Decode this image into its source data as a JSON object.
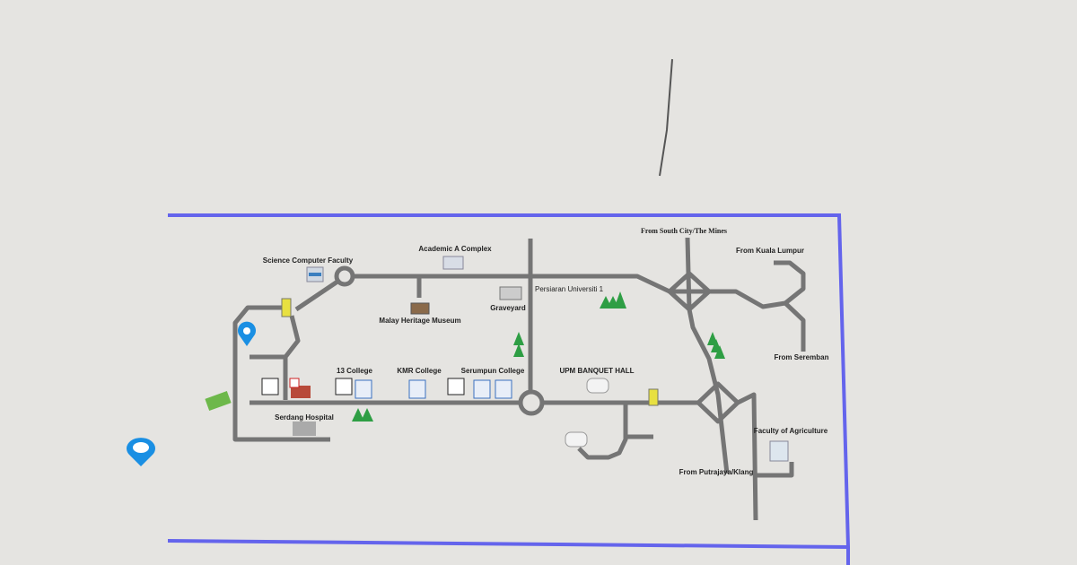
{
  "map": {
    "colors": {
      "background": "#e5e4e1",
      "road": "#757575",
      "border": "#6464ec",
      "pin": "#1a8fe3",
      "tree": "#2e9e44"
    },
    "labels": {
      "science_computer_faculty": "Science Computer Faculty",
      "academic_a_complex": "Academic A Complex",
      "malay_heritage_museum": "Malay Heritage Museum",
      "graveyard": "Graveyard",
      "persiaran_universiti": "Persiaran Universiti 1",
      "college_13": "13 College",
      "kmr_college": "KMR College",
      "serumpun_college": "Serumpun College",
      "serdang_hospital": "Serdang Hospital",
      "upm_banquet_hall": "UPM BANQUET HALL",
      "from_south_city": "From South City/The Mines",
      "from_kuala_lumpur": "From Kuala Lumpur",
      "from_seremban": "From Seremban",
      "from_putrajaya": "From Putrajaya/Klang",
      "faculty_of_agriculture": "Faculty of Agriculture"
    }
  }
}
